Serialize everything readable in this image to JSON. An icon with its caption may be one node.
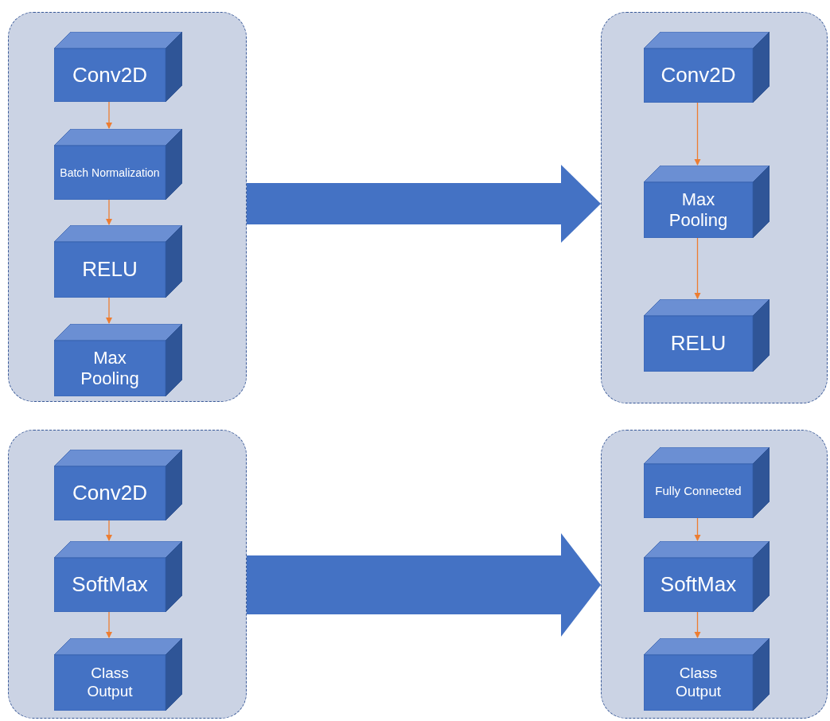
{
  "diagram": {
    "nodes": [
      {
        "text": [],
        "shape": "box"
      },
      {
        "text": [
          "Conv2D"
        ],
        "in": 0
      },
      {
        "text": [
          "Batch Normalization"
        ],
        "in": 0
      },
      {
        "text": [
          "RELU"
        ],
        "in": 0
      },
      {
        "text": [
          "Max Pooling"
        ],
        "in": 0
      },
      {
        "text": [],
        "shape": "box"
      },
      {
        "text": [
          "Conv2D"
        ],
        "in": 5
      },
      {
        "text": [
          "Max Pooling"
        ],
        "in": 5
      },
      {
        "text": [
          "RELU"
        ],
        "in": 5
      },
      {
        "text": [],
        "shape": "box"
      },
      {
        "text": [
          "Conv2D"
        ],
        "in": 9
      },
      {
        "text": [
          "SoftMax"
        ],
        "in": 9
      },
      {
        "text": [
          "Class Output"
        ],
        "in": 9
      },
      {
        "text": [],
        "shape": "box"
      },
      {
        "text": [
          "Fully Connected"
        ],
        "in": 13
      },
      {
        "text": [
          "SoftMax"
        ],
        "in": 13
      },
      {
        "text": [
          "Class Output"
        ],
        "in": 13
      }
    ],
    "edges": [
      {
        "from": 1,
        "to": 2,
        "arrow": "to"
      },
      {
        "from": 2,
        "to": 3,
        "arrow": "to"
      },
      {
        "from": 3,
        "to": 4,
        "arrow": "to"
      },
      {
        "from": 6,
        "to": 7,
        "arrow": "to"
      },
      {
        "from": 7,
        "to": 8,
        "arrow": "to"
      },
      {
        "from": 10,
        "to": 11,
        "arrow": "to"
      },
      {
        "from": 11,
        "to": 12,
        "arrow": "to"
      },
      {
        "from": 14,
        "to": 15,
        "arrow": "to"
      },
      {
        "from": 15,
        "to": 16,
        "arrow": "to"
      },
      {
        "from": 0,
        "to": 5,
        "arrow": "to",
        "style": "thick",
        "color": "#4472c4"
      },
      {
        "from": 9,
        "to": 13,
        "arrow": "to",
        "style": "thick",
        "color": "#4472c4"
      }
    ]
  }
}
